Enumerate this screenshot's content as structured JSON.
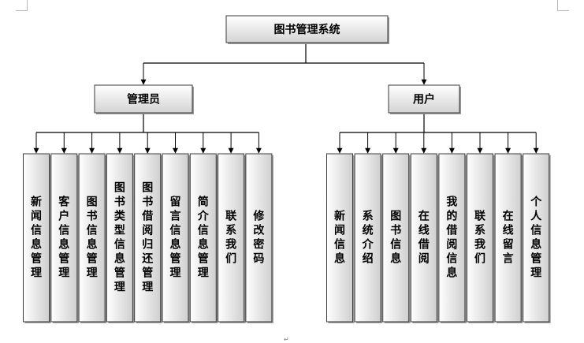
{
  "root": {
    "label": "图书管理系统"
  },
  "branches": [
    {
      "key": "admin",
      "label": "管理员",
      "items": [
        "新闻信息管理",
        "客户信息管理",
        "图书信息管理",
        "图书类型信息管理",
        "图书借阅归还管理",
        "留言信息管理",
        "简介信息管理",
        "联系我们",
        "修改密码"
      ]
    },
    {
      "key": "user",
      "label": "用户",
      "items": [
        "新闻信息",
        "系统介绍",
        "图书信息",
        "在线借阅",
        "我的借阅信息",
        "联系我们",
        "在线留言",
        "个人信息管理"
      ]
    }
  ],
  "footer_mark": "↵",
  "colors": {
    "line": "#000000",
    "box_border": "#3a3a3a",
    "box_light": "#ffffff",
    "box_dark": "#d2d2d2"
  }
}
